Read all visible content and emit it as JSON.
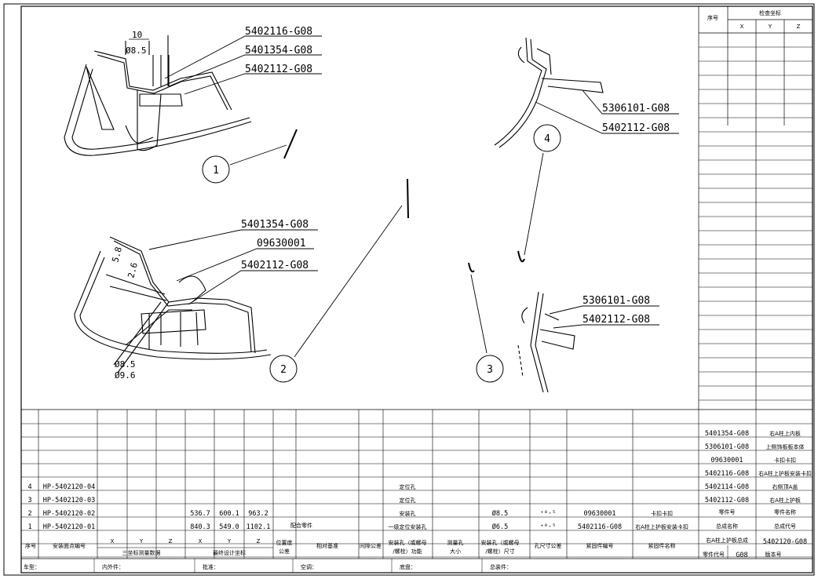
{
  "callouts": {
    "v1": [
      "5402116-G08",
      "5401354-G08",
      "5402112-G08"
    ],
    "v2": [
      "5401354-G08",
      "09630001",
      "5402112-G08"
    ],
    "v3": [
      "5306101-G08",
      "5402112-G08"
    ],
    "v4": [
      "5306101-G08",
      "5402112-G08"
    ]
  },
  "dims": {
    "v1_w": "10",
    "v1_d": "Ø8.5",
    "v2_a": "5.8",
    "v2_b": "2.6",
    "v2_c": "Ø8.5",
    "v2_d": "Ø9.6"
  },
  "view_numbers": [
    "1",
    "2",
    "3",
    "4"
  ],
  "coord_table": {
    "seq": "序号",
    "title": "检查坐标",
    "x": "X",
    "y": "Y",
    "z": "Z"
  },
  "parts_list": [
    {
      "num": "5401354-G08",
      "name": "右A柱上内板"
    },
    {
      "num": "5306101-G08",
      "name": "上侧饰板板本体"
    },
    {
      "num": "09630001",
      "name": "卡扣卡扣"
    },
    {
      "num": "5402116-G08",
      "name": "右A柱上护板安装卡扣"
    },
    {
      "num": "5402114-G08",
      "name": "右侧顶A盖"
    },
    {
      "num": "5402112-G08",
      "name": "右A柱上护板"
    }
  ],
  "rows": [
    {
      "seq": "4",
      "code": "HP-5402120-04",
      "x2": "",
      "y2": "",
      "z2": "",
      "func": "定位孔",
      "hole": "",
      "tol": "",
      "std": "",
      "mname": ""
    },
    {
      "seq": "3",
      "code": "HP-5402120-03",
      "x2": "",
      "y2": "",
      "z2": "",
      "func": "定位孔",
      "hole": "",
      "tol": "",
      "std": "",
      "mname": ""
    },
    {
      "seq": "2",
      "code": "HP-5402120-02",
      "x2": "536.7",
      "y2": "600.1",
      "z2": "963.2",
      "func": "安装孔",
      "hole": "Ø8.5",
      "tol": "⁺⁰·⁵",
      "std": "09630001",
      "mname": "卡扣卡扣"
    },
    {
      "seq": "1",
      "code": "HP-5402120-01",
      "x2": "840.3",
      "y2": "549.0",
      "z2": "1102.1",
      "func": "一级定位安装孔",
      "hole": "Ø6.5",
      "tol": "⁺⁰·⁵",
      "std": "5402116-G08",
      "mname": "右A柱上护板安装卡扣"
    }
  ],
  "row1_pos": "配合零件",
  "right_pairs": [
    {
      "a": "零件号",
      "b": "零件名称"
    },
    {
      "a": "总成名称",
      "b": "总成代号"
    },
    {
      "a": "右A柱上护板总成",
      "b": "5402120-G08"
    },
    {
      "a": "零件代号",
      "b": "G08",
      "c": "版本号"
    }
  ],
  "header": {
    "seq": "序号",
    "code": "安装面点编号",
    "x": "X",
    "y": "Y",
    "z": "Z",
    "grp1": "三坐标测量数据",
    "grp2": "最终设计坐标",
    "tol": "位置度\n公差",
    "rel": "相对基准",
    "func": "安装孔（或螺母\n/螺栓）功能",
    "meas": "测量孔\n大小",
    "hole": "安装孔（或螺母\n/螺栓）尺寸",
    "htol": "孔尺寸公差",
    "std": "紧固件编号",
    "mname": "紧固件名称",
    "gap": "间隙公差"
  },
  "footer": [
    "车型：",
    "内外件：",
    "批准：",
    "空调：",
    "底盘：",
    "总装件："
  ]
}
